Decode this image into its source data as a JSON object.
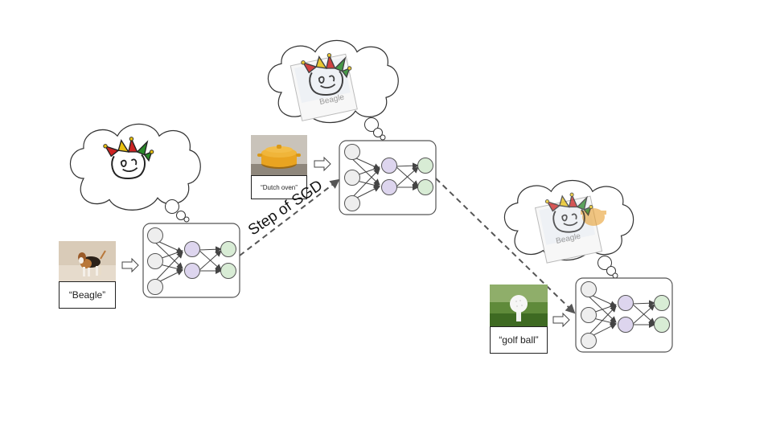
{
  "step_label": "Step of SGD",
  "examples": [
    {
      "label": "“Beagle”",
      "image": "beagle-photo"
    },
    {
      "label": "“Dutch oven”",
      "image": "dutch-oven-photo"
    },
    {
      "label": "“golf ball”",
      "image": "golf-ball-photo"
    }
  ],
  "thought_overlay_text": "Beagle",
  "colors": {
    "input_node": "#eeeeee",
    "hidden_node": "#ddd5ee",
    "output_node": "#d8ecd5",
    "box_border": "#555555",
    "dashed_arrow": "#555555"
  }
}
